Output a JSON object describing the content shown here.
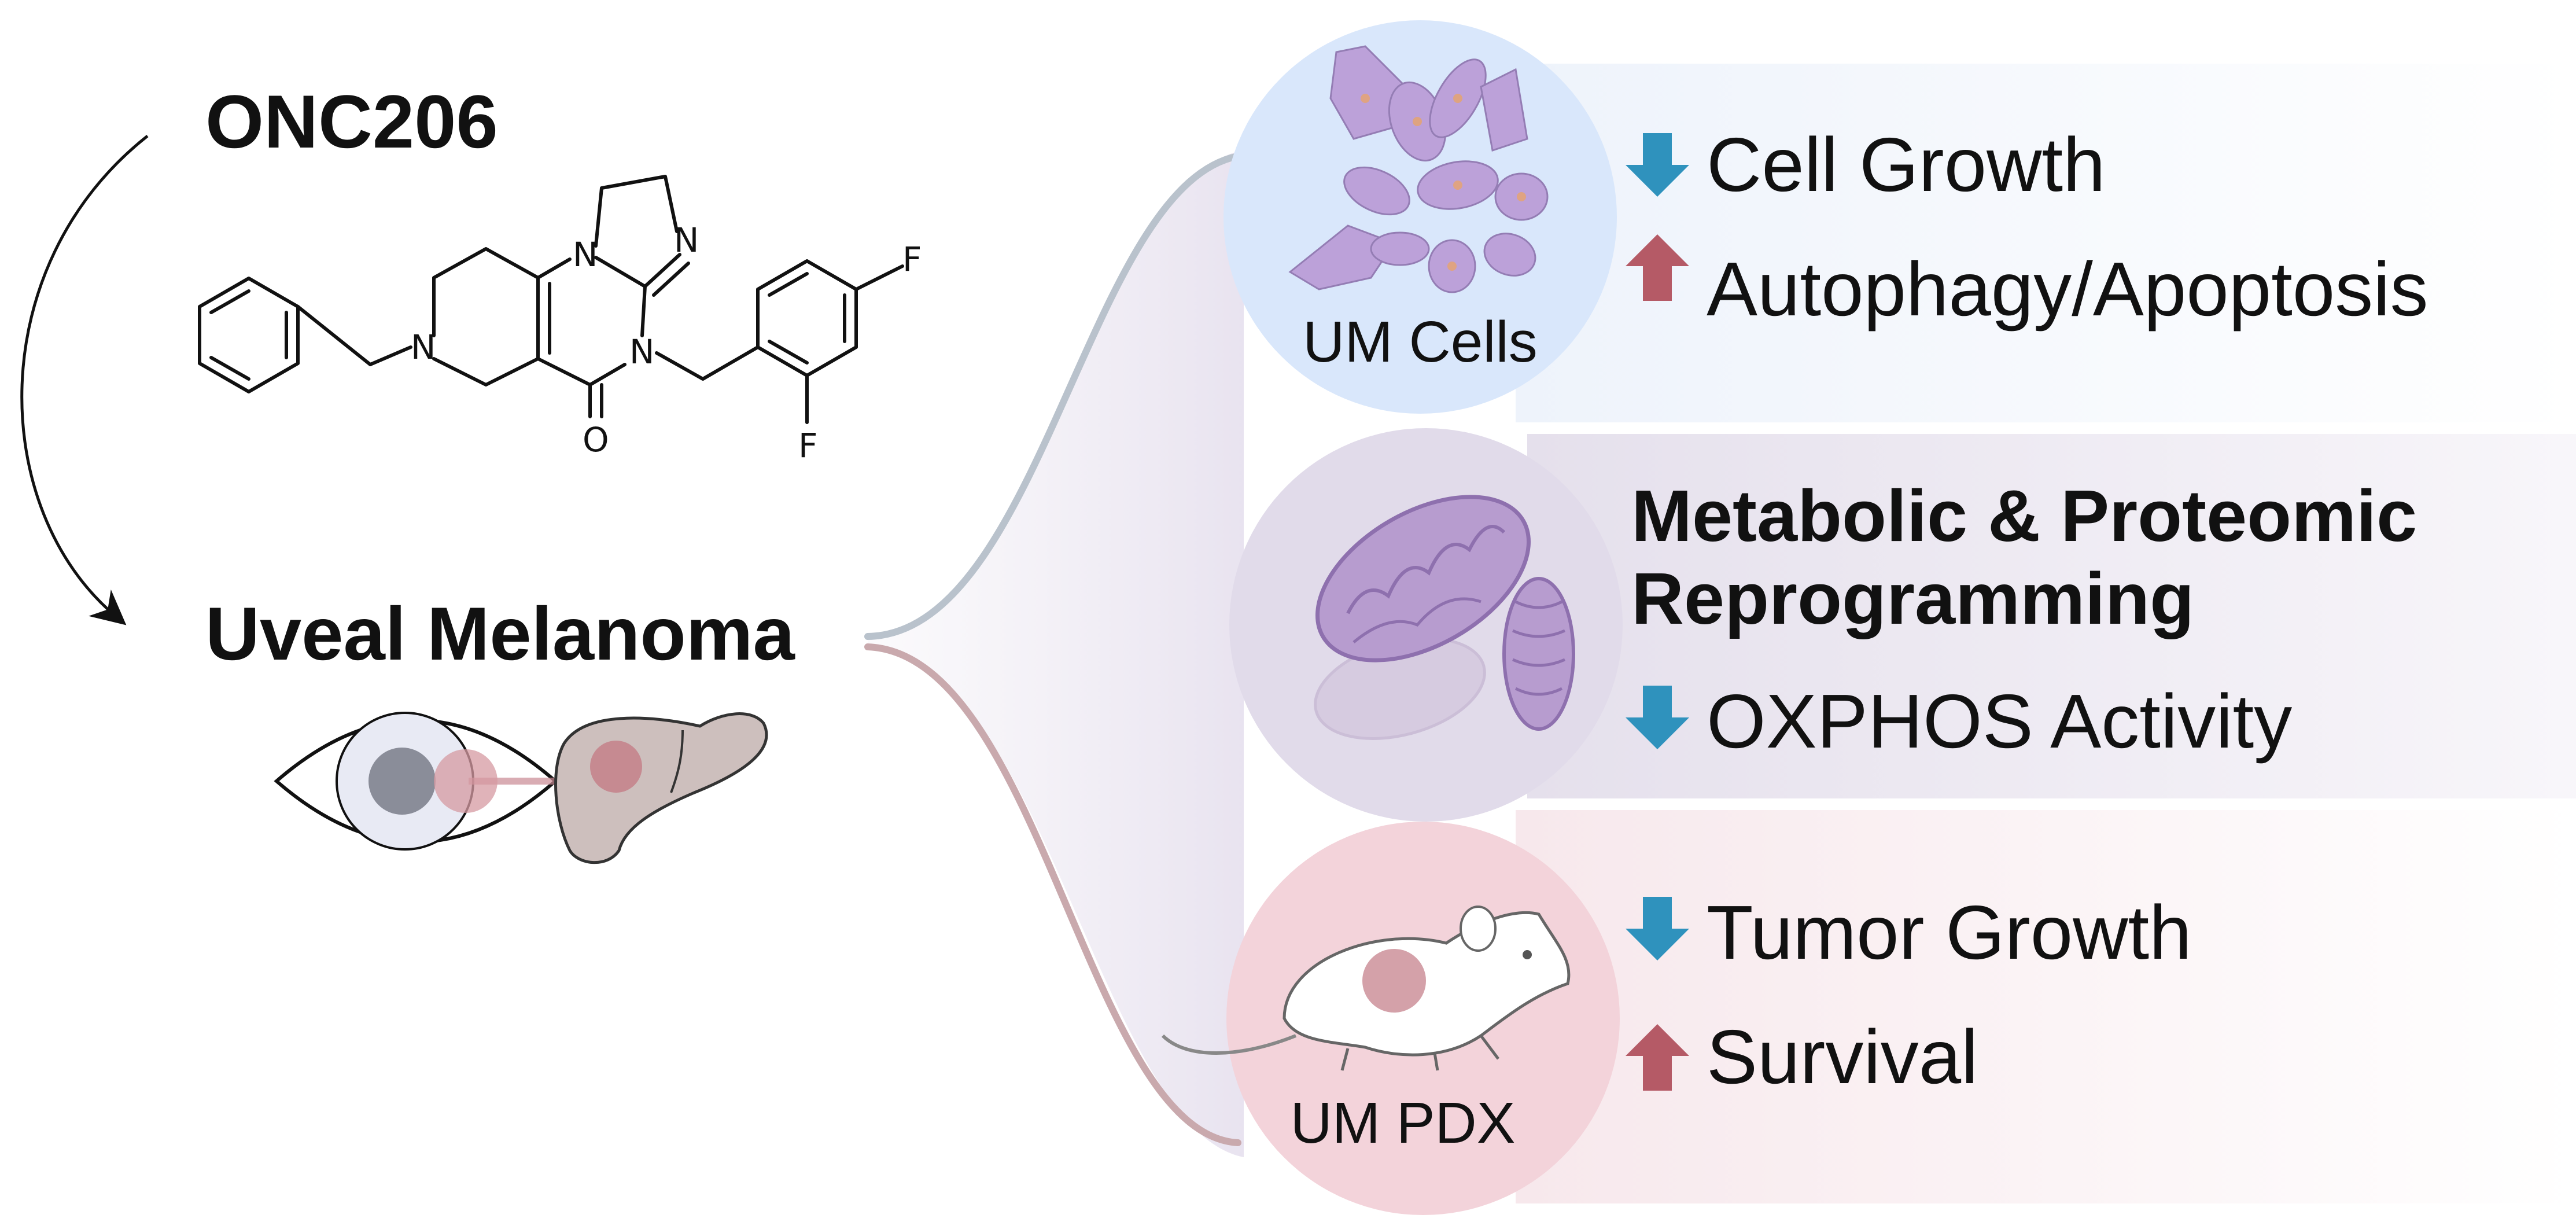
{
  "drug": {
    "name": "ONC206",
    "atoms": {
      "n_ring1": "N",
      "n_ring2": "N",
      "n_ring3": "N",
      "n_ring4": "N",
      "oxygen": "O",
      "fluorine_top": "F",
      "fluorine_bottom": "F"
    }
  },
  "disease": {
    "name": "Uveal Melanoma"
  },
  "panels": [
    {
      "circle_label": "UM Cells",
      "circle_color": "#d9e7fb",
      "effects": [
        {
          "direction": "down",
          "text": "Cell Growth"
        },
        {
          "direction": "up",
          "text": "Autophagy/Apoptosis"
        }
      ]
    },
    {
      "circle_label": "",
      "circle_color": "#e1dbea",
      "heading_line1": "Metabolic & Proteomic",
      "heading_line2": "Reprogramming",
      "effects": [
        {
          "direction": "down",
          "text": "OXPHOS Activity"
        }
      ]
    },
    {
      "circle_label": "UM PDX",
      "circle_color": "#f3d3da",
      "effects": [
        {
          "direction": "down",
          "text": "Tumor Growth"
        },
        {
          "direction": "up",
          "text": "Survival"
        }
      ]
    }
  ],
  "colors": {
    "arrow_down": "#2f92bd",
    "arrow_up": "#b55a66",
    "cell": "#b99ad6",
    "mito": "#b79ccf",
    "tumor": "#c98a94",
    "liver": "#cdbfbd"
  },
  "icons": [
    "cells-icon",
    "mitochondria-icon",
    "mouse-icon",
    "eye-icon",
    "liver-icon",
    "arrow-down-icon",
    "arrow-up-icon"
  ]
}
